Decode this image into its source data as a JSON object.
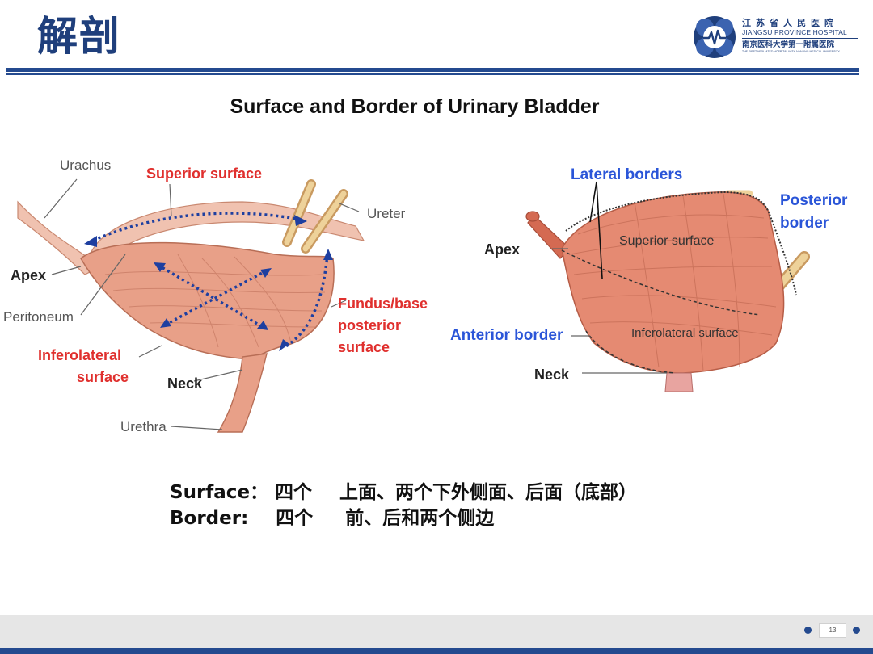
{
  "header": {
    "title": "解剖",
    "logo": {
      "line1": "江苏省人民医院",
      "line2": "JIANGSU PROVINCE HOSPITAL",
      "line3": "南京医科大学第一附属医院",
      "line4": "THE FIRST AFFILIATED HOSPITAL WITH NANJING MEDICAL UNIVERSITY",
      "emblem_icon": "heartbeat-emblem-icon",
      "color": "#1f3f7c"
    }
  },
  "diagram_title": "Surface and Border of Urinary Bladder",
  "left_figure": {
    "labels": {
      "urachus": "Urachus",
      "superior_surface": "Superior surface",
      "ureter": "Ureter",
      "apex": "Apex",
      "peritoneum": "Peritoneum",
      "fundus_line1": "Fundus/base",
      "fundus_line2": "posterior",
      "fundus_line3": "surface",
      "inferolateral_line1": "Inferolateral",
      "inferolateral_line2": "surface",
      "neck": "Neck",
      "urethra": "Urethra"
    }
  },
  "right_figure": {
    "labels": {
      "lateral_borders": "Lateral borders",
      "posterior_line1": "Posterior",
      "posterior_line2": "border",
      "apex": "Apex",
      "superior_surface": "Superior surface",
      "anterior_border": "Anterior border",
      "inferolateral_surface": "Inferolateral surface",
      "neck": "Neck"
    }
  },
  "notes": {
    "surface_label": "Surface：",
    "surface_count": "四个",
    "surface_detail": "上面、两个下外侧面、后面（底部）",
    "border_label": "Border:",
    "border_count": "四个",
    "border_detail": "前、后和两个侧边"
  },
  "footer": {
    "page_number": "13"
  },
  "colors": {
    "brand_blue": "#244a8f",
    "label_red": "#e0302e",
    "label_blue": "#2a55d8",
    "tissue": "#e8a088"
  }
}
